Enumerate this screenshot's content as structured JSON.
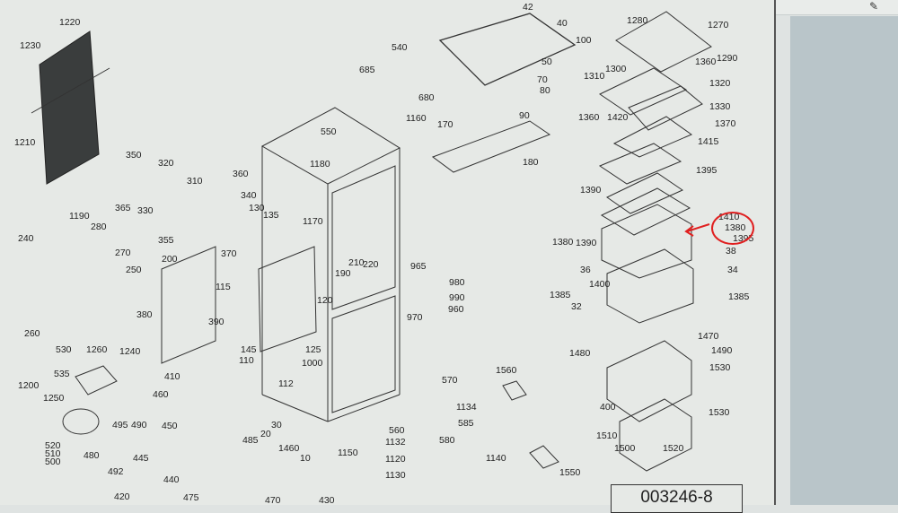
{
  "diagram": {
    "drawing_number": "003246-8",
    "highlighted_part": "1410",
    "highlight_color": "#e02020",
    "part_labels": [
      "1220",
      "1230",
      "1210",
      "540",
      "685",
      "680",
      "1160",
      "550",
      "1180",
      "1170",
      "350",
      "320",
      "310",
      "360",
      "340",
      "130",
      "135",
      "365",
      "330",
      "1190",
      "280",
      "240",
      "270",
      "355",
      "370",
      "200",
      "250",
      "115",
      "380",
      "390",
      "260",
      "210",
      "220",
      "190",
      "120",
      "145",
      "110",
      "125",
      "1000",
      "112",
      "530",
      "1260",
      "1240",
      "535",
      "410",
      "1200",
      "1250",
      "460",
      "495",
      "490",
      "450",
      "30",
      "20",
      "485",
      "1460",
      "10",
      "1150",
      "520",
      "510",
      "500",
      "480",
      "492",
      "445",
      "440",
      "420",
      "475",
      "470",
      "430",
      "965",
      "980",
      "990",
      "960",
      "970",
      "570",
      "560",
      "1132",
      "1134",
      "585",
      "580",
      "1120",
      "1130",
      "1140",
      "1560",
      "1550",
      "42",
      "40",
      "100",
      "50",
      "70",
      "80",
      "90",
      "170",
      "180",
      "1280",
      "1270",
      "1290",
      "1360",
      "1310",
      "1300",
      "1320",
      "1330",
      "1360",
      "1420",
      "1370",
      "1415",
      "1395",
      "1390",
      "1410",
      "1380",
      "1395",
      "1380",
      "1390",
      "38",
      "36",
      "34",
      "1400",
      "1385",
      "1385",
      "32",
      "1470",
      "1490",
      "1480",
      "1530",
      "400",
      "1530",
      "1510",
      "1500",
      "1520"
    ]
  },
  "icons": {
    "edit": "pencil-icon"
  }
}
